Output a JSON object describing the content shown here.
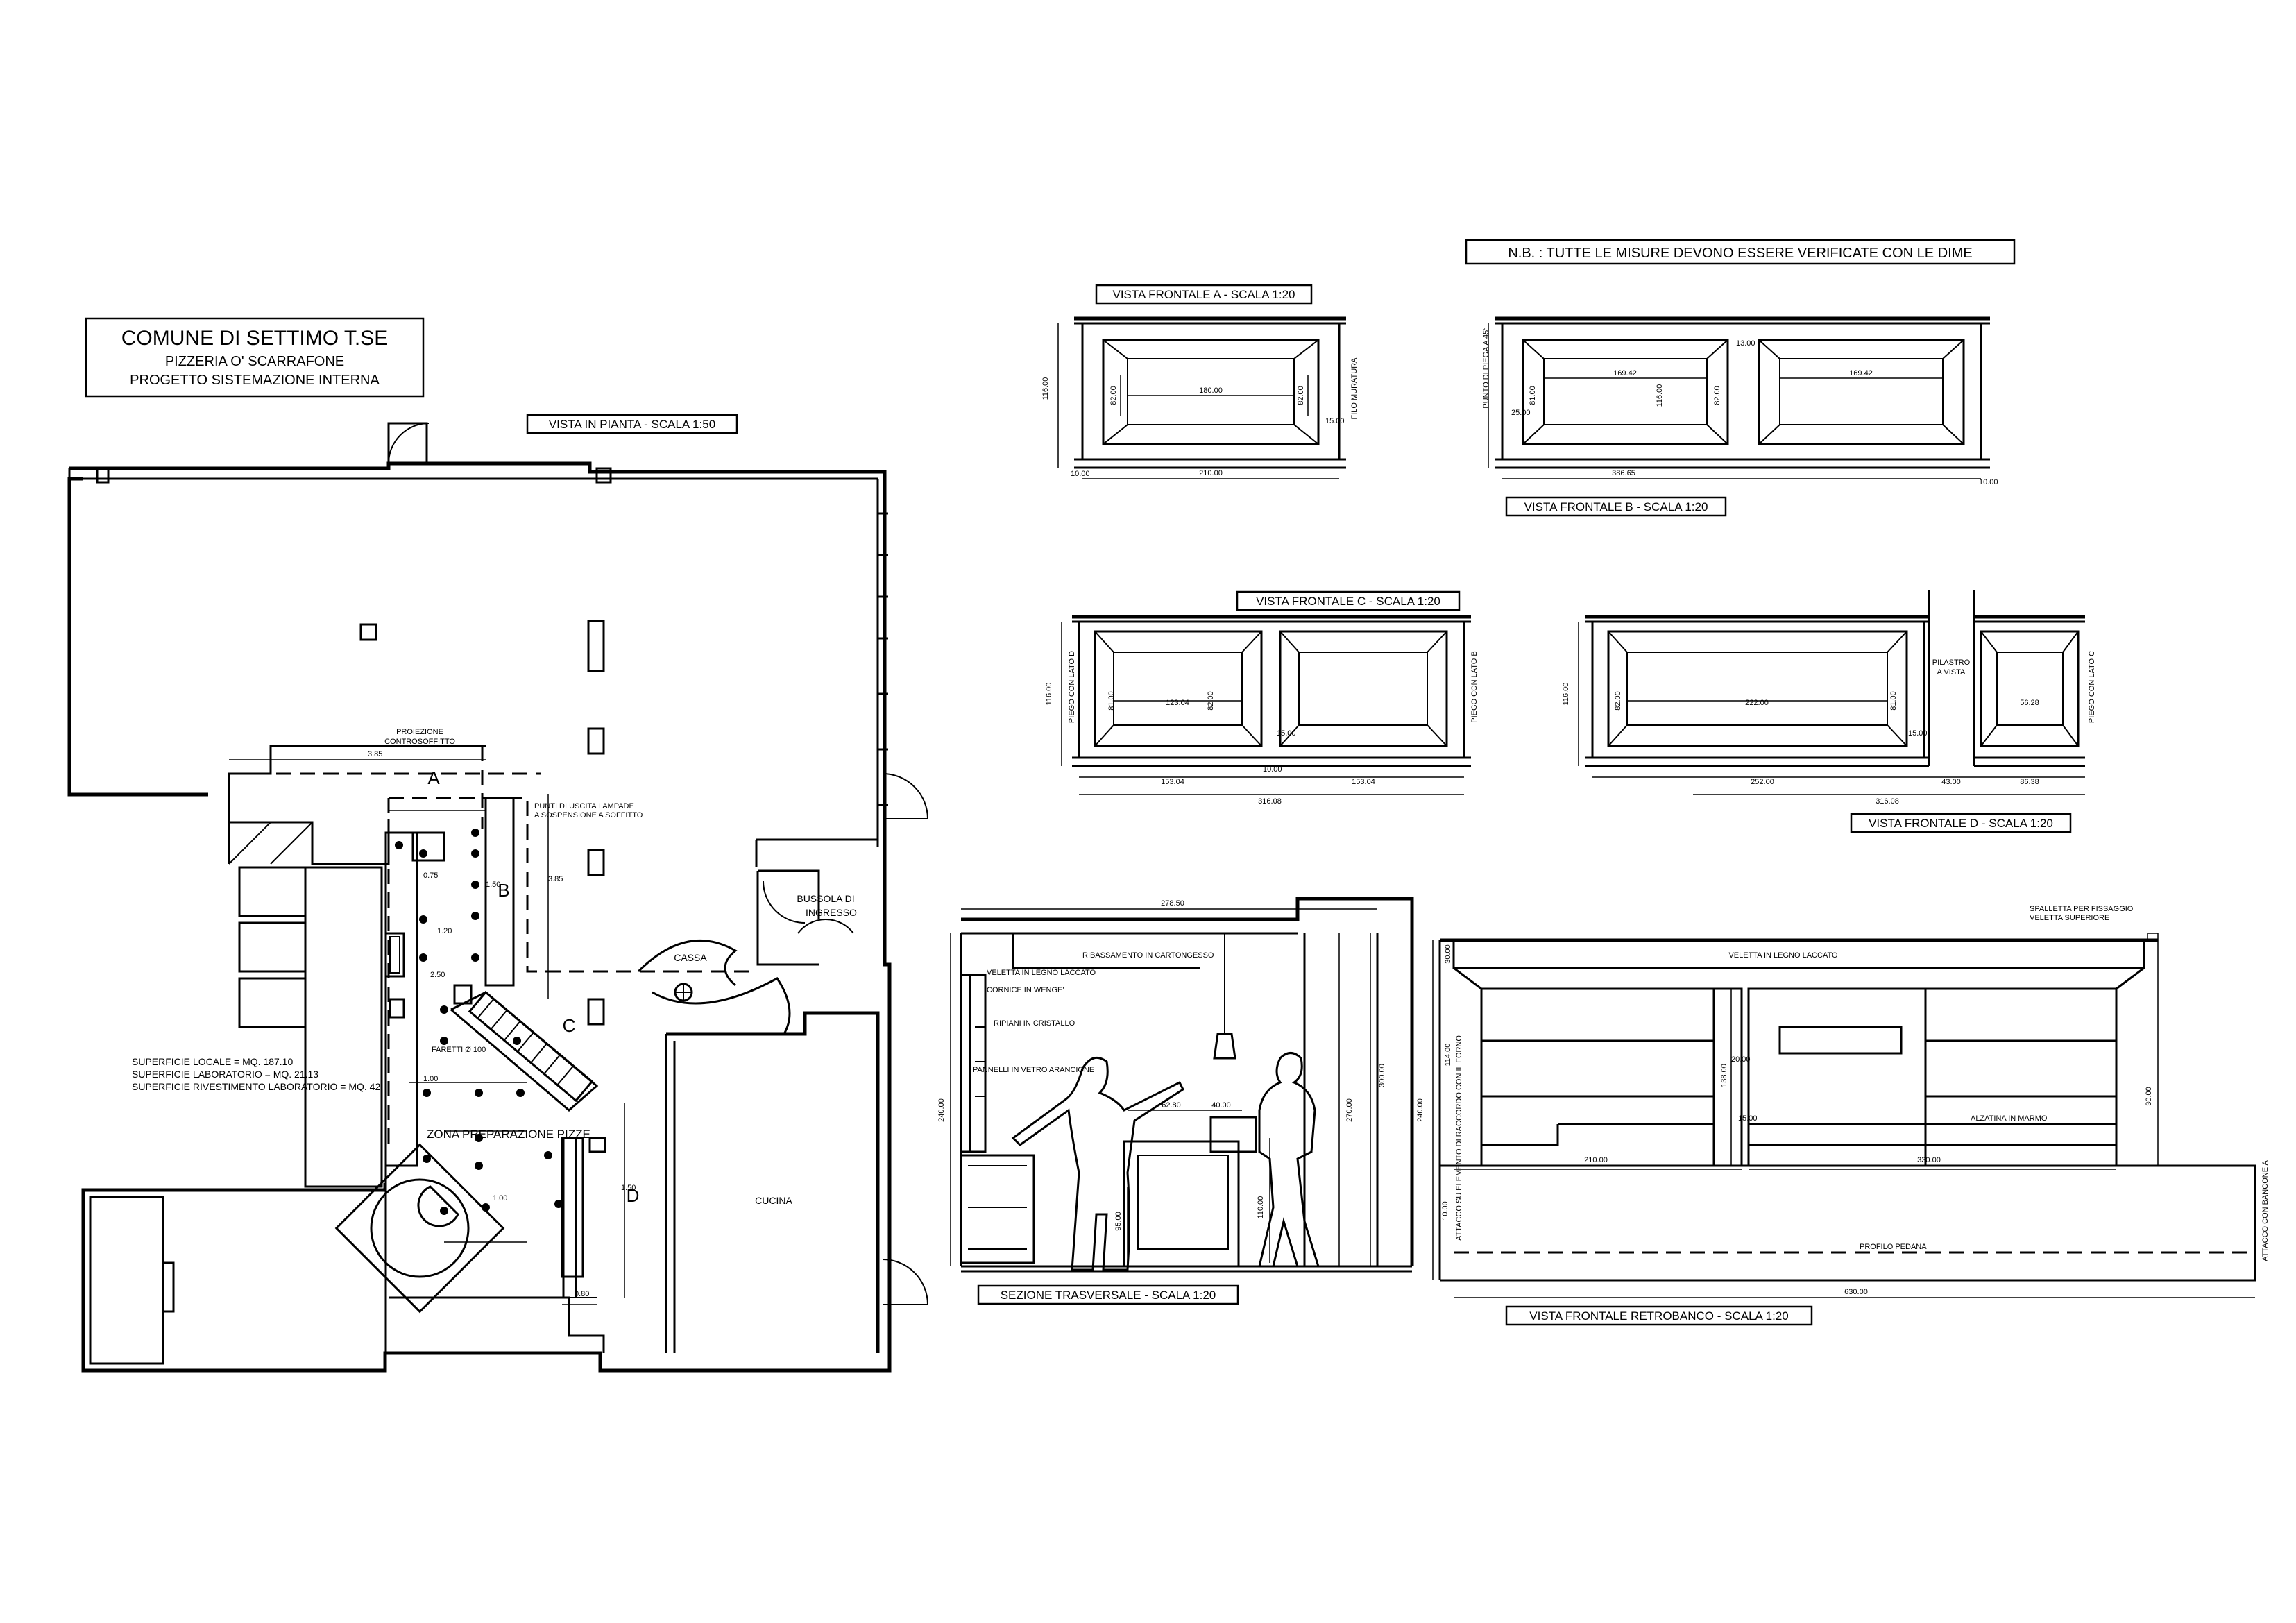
{
  "title_block": {
    "line1": "COMUNE DI SETTIMO T.SE",
    "line2": "PIZZERIA O' SCARRAFONE",
    "line3": "PROGETTO SISTEMAZIONE INTERNA"
  },
  "notice": "N.B. : TUTTE LE MISURE DEVONO ESSERE VERIFICATE CON LE DIME",
  "view_labels": {
    "plan": "VISTA IN PIANTA - SCALA 1:50",
    "front_a": "VISTA FRONTALE  A - SCALA 1:20",
    "front_b": "VISTA FRONTALE  B - SCALA 1:20",
    "front_c": "VISTA FRONTALE  C - SCALA 1:20",
    "front_d": "VISTA FRONTALE  D - SCALA 1:20",
    "section": "SEZIONE TRASVERSALE - SCALA 1:20",
    "retrobanco": "VISTA FRONTALE RETROBANCO - SCALA 1:20"
  },
  "plan": {
    "surfaces": [
      "SUPERFICIE LOCALE = MQ. 187.10",
      "SUPERFICIE LABORATORIO = MQ. 21.13",
      "SUPERFICIE RIVESTIMENTO LABORATORIO = MQ. 42"
    ],
    "rooms": {
      "bussola": "BUSSOLA DI",
      "ingresso": "INGRESSO",
      "cassa": "CASSA",
      "cucina": "CUCINA",
      "zona": "ZONA PREPARAZIONE PIZZE"
    },
    "markers": {
      "a": "A",
      "b": "B",
      "c": "C",
      "d": "D"
    },
    "notes": {
      "proiezione": "PROIEZIONE",
      "controsoffitto": "CONTROSOFFITTO",
      "punti1": "PUNTI DI USCITA LAMPADE",
      "punti2": "A SOSPENSIONE A SOFFITTO",
      "faretti": "FARETTI Ø 100"
    },
    "dims": {
      "d1": "3.85",
      "d2": "0.75",
      "d3": "1.20",
      "d4": "2.50",
      "d5": "1.50",
      "d6": "1.00",
      "d7": "1.00",
      "d8": "0.80",
      "d9": "3.85",
      "d10": "1.50"
    }
  },
  "front_a": {
    "dims": {
      "height": "116.00",
      "panel_w": "180.00",
      "total": "210.00",
      "side": "15.00",
      "inner_h": "82.00",
      "inner_h2": "82.00",
      "base": "10.00"
    },
    "note": "FILO MURATURA"
  },
  "front_b": {
    "dims": {
      "panel1": "169.42",
      "panel2": "169.42",
      "total": "386.65",
      "h": "116.00",
      "ih": "81.00",
      "ih2": "82.00",
      "side": "13.00",
      "base": "10.00",
      "small": "25.00"
    },
    "note": "PUNTO DI PIEGA A 45°"
  },
  "front_c": {
    "dims": {
      "p1": "123.04",
      "h": "116.00",
      "total": "316.08",
      "w1": "153.04",
      "w2": "153.04",
      "side": "15.00",
      "inner": "81.00",
      "gap": "10.00",
      "ih": "82.00"
    },
    "notes": {
      "left": "PIEGO CON LATO D",
      "right": "PIEGO CON LATO B"
    }
  },
  "front_d": {
    "dims": {
      "p1": "222.00",
      "p2": "56.28",
      "total": "316.08",
      "w1": "252.00",
      "w2": "43.00",
      "w3": "86.38",
      "h": "116.00",
      "ih": "82.00",
      "ih2": "81.00",
      "side": "15.00"
    },
    "notes": {
      "pilastro": "PILASTRO",
      "vista": "A VISTA",
      "right": "PIEGO CON LATO C"
    }
  },
  "section": {
    "labels": {
      "ribassamento": "RIBASSAMENTO IN CARTONGESSO",
      "veletta": "VELETTA IN LEGNO LACCATO",
      "cornice": "CORNICE IN WENGE'",
      "ripiani": "RIPIANI IN CRISTALLO",
      "pannelli": "PANNELLI IN VETRO ARANCIONE"
    },
    "dims": {
      "top": "278.50",
      "h_total": "300.00",
      "h_wall": "240.00",
      "h_right": "270.00",
      "w1": "62.80",
      "w2": "40.00",
      "h_counter": "95.00",
      "h_counter2": "110.00"
    }
  },
  "retrobanco": {
    "labels": {
      "spalletta": "SPALLETTA PER FISSAGGIO",
      "veletta_sup": "VELETTA SUPERIORE",
      "veletta": "VELETTA IN LEGNO LACCATO",
      "alzatina": "ALZATINA IN MARMO",
      "profilo": "PROFILO PEDANA",
      "attacco": "ATTACCO CON BANCONE A",
      "attacco_left": "ATTACCO SU ELEMENTO DI RACCORDO CON IL FORNO"
    },
    "dims": {
      "w1": "210.00",
      "w2": "330.00",
      "total": "630.00",
      "h1": "240.00",
      "h2": "138.00",
      "h3": "30.00",
      "h4": "114.00",
      "h5": "10.00",
      "h6": "20.00",
      "h7": "15.00",
      "h8": "30.00"
    }
  }
}
